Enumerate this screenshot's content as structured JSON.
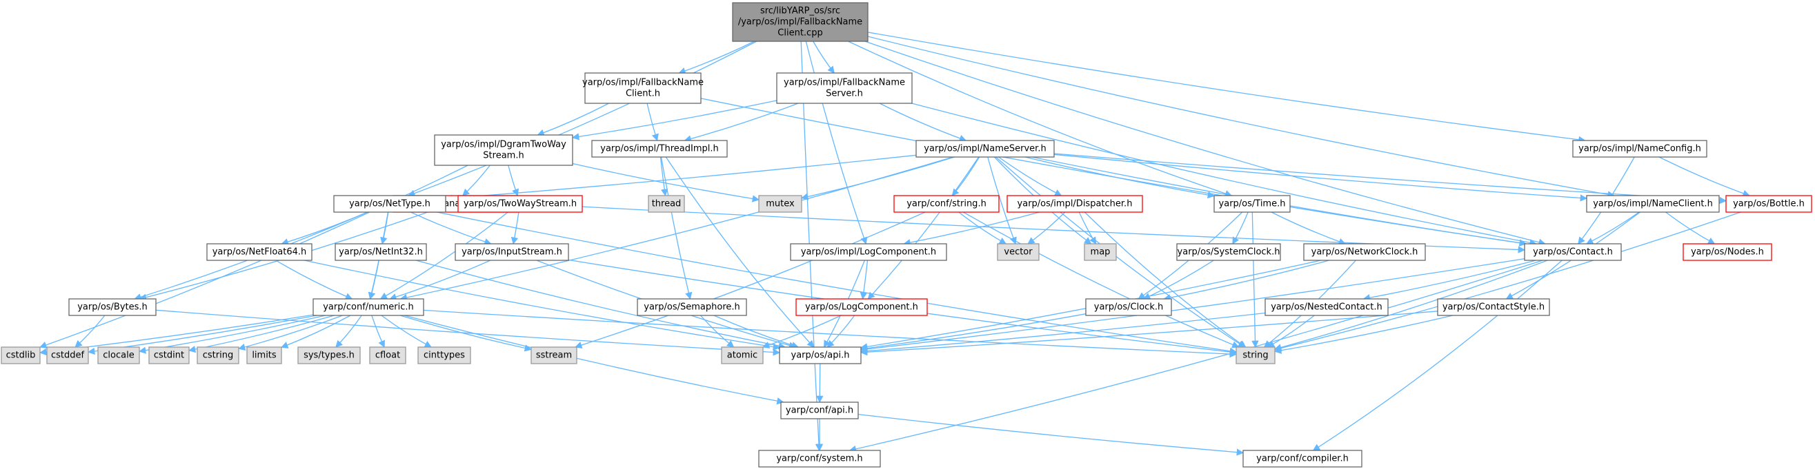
{
  "graph": {
    "colors": {
      "edge": "#63b8ff",
      "root_fill": "#999999",
      "root_border": "#666666",
      "node_fill": "#ffffff",
      "node_border": "#666666",
      "missing_border": "#ff0000",
      "system_fill": "#e0e0e0",
      "system_border": "#999999"
    },
    "nodes": [
      {
        "id": "root",
        "lines": [
          "src/libYARP_os/src",
          "/yarp/os/impl/FallbackName",
          "Client.cpp"
        ],
        "kind": "root"
      },
      {
        "id": "fbc_h",
        "lines": [
          "yarp/os/impl/FallbackName",
          "Client.h"
        ],
        "kind": "normal"
      },
      {
        "id": "fbs_h",
        "lines": [
          "yarp/os/impl/FallbackName",
          "Server.h"
        ],
        "kind": "normal"
      },
      {
        "id": "nameconfig",
        "lines": [
          "yarp/os/impl/NameConfig.h"
        ],
        "kind": "normal"
      },
      {
        "id": "dgram",
        "lines": [
          "yarp/os/impl/DgramTwoWay",
          "Stream.h"
        ],
        "kind": "normal"
      },
      {
        "id": "threadimpl",
        "lines": [
          "yarp/os/impl/ThreadImpl.h"
        ],
        "kind": "normal"
      },
      {
        "id": "nameserver",
        "lines": [
          "yarp/os/impl/NameServer.h"
        ],
        "kind": "normal"
      },
      {
        "id": "thread",
        "lines": [
          "thread"
        ],
        "kind": "system"
      },
      {
        "id": "mutex",
        "lines": [
          "mutex"
        ],
        "kind": "system"
      },
      {
        "id": "managedbytes",
        "lines": [
          "yarp/os/ManagedBytes.h"
        ],
        "kind": "missing"
      },
      {
        "id": "nettype",
        "lines": [
          "yarp/os/NetType.h"
        ],
        "kind": "normal"
      },
      {
        "id": "twoway",
        "lines": [
          "yarp/os/TwoWayStream.h"
        ],
        "kind": "missing"
      },
      {
        "id": "confstring",
        "lines": [
          "yarp/conf/string.h"
        ],
        "kind": "missing"
      },
      {
        "id": "dispatcher",
        "lines": [
          "yarp/os/impl/Dispatcher.h"
        ],
        "kind": "missing"
      },
      {
        "id": "time",
        "lines": [
          "yarp/os/Time.h"
        ],
        "kind": "normal"
      },
      {
        "id": "nameclient",
        "lines": [
          "yarp/os/impl/NameClient.h"
        ],
        "kind": "normal"
      },
      {
        "id": "bottle",
        "lines": [
          "yarp/os/Bottle.h"
        ],
        "kind": "missing"
      },
      {
        "id": "vector",
        "lines": [
          "vector"
        ],
        "kind": "system"
      },
      {
        "id": "map",
        "lines": [
          "map"
        ],
        "kind": "system"
      },
      {
        "id": "contact",
        "lines": [
          "yarp/os/Contact.h"
        ],
        "kind": "normal"
      },
      {
        "id": "nodes",
        "lines": [
          "yarp/os/Nodes.h"
        ],
        "kind": "missing"
      },
      {
        "id": "netfloat",
        "lines": [
          "yarp/os/NetFloat64.h"
        ],
        "kind": "normal"
      },
      {
        "id": "netint",
        "lines": [
          "yarp/os/NetInt32.h"
        ],
        "kind": "normal"
      },
      {
        "id": "inputstream",
        "lines": [
          "yarp/os/InputStream.h"
        ],
        "kind": "normal"
      },
      {
        "id": "logcomp_impl",
        "lines": [
          "yarp/os/impl/LogComponent.h"
        ],
        "kind": "normal"
      },
      {
        "id": "sysclock",
        "lines": [
          "yarp/os/SystemClock.h"
        ],
        "kind": "normal"
      },
      {
        "id": "netclock",
        "lines": [
          "yarp/os/NetworkClock.h"
        ],
        "kind": "normal"
      },
      {
        "id": "bytes",
        "lines": [
          "yarp/os/Bytes.h"
        ],
        "kind": "normal"
      },
      {
        "id": "numeric",
        "lines": [
          "yarp/conf/numeric.h"
        ],
        "kind": "normal"
      },
      {
        "id": "semaphore",
        "lines": [
          "yarp/os/Semaphore.h"
        ],
        "kind": "normal"
      },
      {
        "id": "logcomp",
        "lines": [
          "yarp/os/LogComponent.h"
        ],
        "kind": "missing"
      },
      {
        "id": "clock",
        "lines": [
          "yarp/os/Clock.h"
        ],
        "kind": "normal"
      },
      {
        "id": "nested",
        "lines": [
          "yarp/os/NestedContact.h"
        ],
        "kind": "normal"
      },
      {
        "id": "contactstyle",
        "lines": [
          "yarp/os/ContactStyle.h"
        ],
        "kind": "normal"
      },
      {
        "id": "cstdlib",
        "lines": [
          "cstdlib"
        ],
        "kind": "system"
      },
      {
        "id": "cstddef",
        "lines": [
          "cstddef"
        ],
        "kind": "system"
      },
      {
        "id": "clocale",
        "lines": [
          "clocale"
        ],
        "kind": "system"
      },
      {
        "id": "cstdint",
        "lines": [
          "cstdint"
        ],
        "kind": "system"
      },
      {
        "id": "cstring",
        "lines": [
          "cstring"
        ],
        "kind": "system"
      },
      {
        "id": "limits",
        "lines": [
          "limits"
        ],
        "kind": "system"
      },
      {
        "id": "systypes",
        "lines": [
          "sys/types.h"
        ],
        "kind": "system"
      },
      {
        "id": "cfloat",
        "lines": [
          "cfloat"
        ],
        "kind": "system"
      },
      {
        "id": "cinttypes",
        "lines": [
          "cinttypes"
        ],
        "kind": "system"
      },
      {
        "id": "sstream",
        "lines": [
          "sstream"
        ],
        "kind": "system"
      },
      {
        "id": "atomic",
        "lines": [
          "atomic"
        ],
        "kind": "system"
      },
      {
        "id": "osapi",
        "lines": [
          "yarp/os/api.h"
        ],
        "kind": "normal"
      },
      {
        "id": "string",
        "lines": [
          "string"
        ],
        "kind": "system"
      },
      {
        "id": "confapi",
        "lines": [
          "yarp/conf/api.h"
        ],
        "kind": "normal"
      },
      {
        "id": "confsystem",
        "lines": [
          "yarp/conf/system.h"
        ],
        "kind": "normal"
      },
      {
        "id": "compiler",
        "lines": [
          "yarp/conf/compiler.h"
        ],
        "kind": "normal"
      }
    ],
    "edges": [
      [
        "root",
        "fbc_h"
      ],
      [
        "root",
        "fbs_h"
      ],
      [
        "root",
        "nameconfig"
      ],
      [
        "root",
        "nettype"
      ],
      [
        "root",
        "time"
      ],
      [
        "root",
        "contact"
      ],
      [
        "root",
        "logcomp_impl"
      ],
      [
        "root",
        "nameclient"
      ],
      [
        "root",
        "confsystem"
      ],
      [
        "fbc_h",
        "dgram"
      ],
      [
        "fbc_h",
        "threadimpl"
      ],
      [
        "fbc_h",
        "contact"
      ],
      [
        "fbs_h",
        "threadimpl"
      ],
      [
        "fbs_h",
        "nameserver"
      ],
      [
        "fbs_h",
        "dgram"
      ],
      [
        "fbs_h",
        "contact"
      ],
      [
        "nameconfig",
        "contact"
      ],
      [
        "nameconfig",
        "bottle"
      ],
      [
        "dgram",
        "managedbytes"
      ],
      [
        "dgram",
        "twoway"
      ],
      [
        "dgram",
        "mutex"
      ],
      [
        "dgram",
        "cstdlib"
      ],
      [
        "threadimpl",
        "thread"
      ],
      [
        "threadimpl",
        "semaphore"
      ],
      [
        "threadimpl",
        "osapi"
      ],
      [
        "nameserver",
        "nettype"
      ],
      [
        "nameserver",
        "confstring"
      ],
      [
        "nameserver",
        "dispatcher"
      ],
      [
        "nameserver",
        "time"
      ],
      [
        "nameserver",
        "nameclient"
      ],
      [
        "nameserver",
        "bottle"
      ],
      [
        "nameserver",
        "vector"
      ],
      [
        "nameserver",
        "map"
      ],
      [
        "nameserver",
        "mutex"
      ],
      [
        "nameserver",
        "contact"
      ],
      [
        "nameserver",
        "logcomp"
      ],
      [
        "nameserver",
        "numeric"
      ],
      [
        "nameserver",
        "string"
      ],
      [
        "managedbytes",
        "bytes"
      ],
      [
        "nettype",
        "netfloat"
      ],
      [
        "nettype",
        "netint"
      ],
      [
        "nettype",
        "inputstream"
      ],
      [
        "nettype",
        "bytes"
      ],
      [
        "nettype",
        "numeric"
      ],
      [
        "nettype",
        "string"
      ],
      [
        "twoway",
        "inputstream"
      ],
      [
        "twoway",
        "numeric"
      ],
      [
        "twoway",
        "contact"
      ],
      [
        "confstring",
        "vector"
      ],
      [
        "confstring",
        "string"
      ],
      [
        "confstring",
        "sstream"
      ],
      [
        "dispatcher",
        "vector"
      ],
      [
        "dispatcher",
        "map"
      ],
      [
        "dispatcher",
        "string"
      ],
      [
        "dispatcher",
        "logcomp_impl"
      ],
      [
        "time",
        "sysclock"
      ],
      [
        "time",
        "netclock"
      ],
      [
        "time",
        "clock"
      ],
      [
        "time",
        "string"
      ],
      [
        "nameclient",
        "contact"
      ],
      [
        "nameclient",
        "nodes"
      ],
      [
        "nameclient",
        "contactstyle"
      ],
      [
        "bottle",
        "string"
      ],
      [
        "contact",
        "nested"
      ],
      [
        "contact",
        "string"
      ],
      [
        "contact",
        "osapi"
      ],
      [
        "contact",
        "confsystem"
      ],
      [
        "contact",
        "compiler"
      ],
      [
        "netfloat",
        "numeric"
      ],
      [
        "netfloat",
        "osapi"
      ],
      [
        "netint",
        "numeric"
      ],
      [
        "netint",
        "osapi"
      ],
      [
        "inputstream",
        "numeric"
      ],
      [
        "inputstream",
        "osapi"
      ],
      [
        "inputstream",
        "string"
      ],
      [
        "logcomp_impl",
        "logcomp"
      ],
      [
        "logcomp_impl",
        "osapi"
      ],
      [
        "sysclock",
        "clock"
      ],
      [
        "netclock",
        "clock"
      ],
      [
        "netclock",
        "osapi"
      ],
      [
        "netclock",
        "string"
      ],
      [
        "bytes",
        "cstddef"
      ],
      [
        "bytes",
        "osapi"
      ],
      [
        "numeric",
        "cstdlib"
      ],
      [
        "numeric",
        "cstddef"
      ],
      [
        "numeric",
        "clocale"
      ],
      [
        "numeric",
        "cstdint"
      ],
      [
        "numeric",
        "cstring"
      ],
      [
        "numeric",
        "limits"
      ],
      [
        "numeric",
        "systypes"
      ],
      [
        "numeric",
        "cfloat"
      ],
      [
        "numeric",
        "cinttypes"
      ],
      [
        "numeric",
        "sstream"
      ],
      [
        "numeric",
        "string"
      ],
      [
        "numeric",
        "confapi"
      ],
      [
        "semaphore",
        "osapi"
      ],
      [
        "semaphore",
        "atomic"
      ],
      [
        "logcomp",
        "osapi"
      ],
      [
        "logcomp",
        "atomic"
      ],
      [
        "clock",
        "osapi"
      ],
      [
        "nested",
        "osapi"
      ],
      [
        "nested",
        "string"
      ],
      [
        "contactstyle",
        "osapi"
      ],
      [
        "contactstyle",
        "string"
      ],
      [
        "osapi",
        "confapi"
      ],
      [
        "confapi",
        "confsystem"
      ],
      [
        "confapi",
        "compiler"
      ]
    ]
  }
}
